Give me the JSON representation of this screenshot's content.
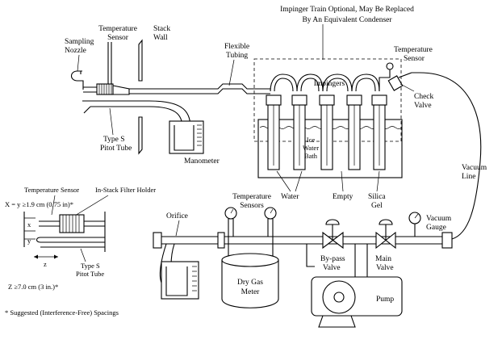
{
  "labels": {
    "impinger_train_line1": "Impinger Train Optional, May Be Replaced",
    "impinger_train_line2": "By An Equivalent Condenser",
    "temperature_sensor_top_1": "Temperature",
    "temperature_sensor_top_2": "Sensor",
    "stack_wall_1": "Stack",
    "stack_wall_2": "Wall",
    "sampling_nozzle_1": "Sampling",
    "sampling_nozzle_2": "Nozzle",
    "flexible_tubing_1": "Flexible",
    "flexible_tubing_2": "Tubing",
    "impingers": "Impingers",
    "temperature_sensor_right_1": "Temperature",
    "temperature_sensor_right_2": "Sensor",
    "check_valve_1": "Check",
    "check_valve_2": "Valve",
    "type_s_pitot_1": "Type S",
    "type_s_pitot_2": "Pitot Tube",
    "manometer": "Manometer",
    "ice_water_bath_1": "Ice",
    "ice_water_bath_2": "Water",
    "ice_water_bath_3": "Bath",
    "vacuum_line_1": "Vacuum",
    "vacuum_line_2": "Line",
    "water": "Water",
    "empty": "Empty",
    "silica_gel_1": "Silica",
    "silica_gel_2": "Gel",
    "inset_temperature_sensor": "Temperature Sensor",
    "inset_filter_holder": "In-Stack Filter Holder",
    "inset_xy_spacing": "X = y ≥1.9 cm (0.75 in)*",
    "inset_x": "x",
    "inset_y": "y",
    "inset_z": "z",
    "inset_type_s_1": "Type S",
    "inset_type_s_2": "Pitot Tube",
    "inset_z_spacing": "Z ≥7.0 cm (3 in.)*",
    "footnote": "* Suggested (Interference-Free) Spacings",
    "temperature_sensors_1": "Temperature",
    "temperature_sensors_2": "Sensors",
    "orifice": "Orifice",
    "bypass_valve_1": "By-pass",
    "bypass_valve_2": "Valve",
    "main_valve_1": "Main",
    "main_valve_2": "Valve",
    "vacuum_gauge_1": "Vacuum",
    "vacuum_gauge_2": "Gauge",
    "dry_gas_meter_1": "Dry Gas",
    "dry_gas_meter_2": "Meter",
    "pump": "Pump"
  },
  "colors": {
    "ink": "#000000",
    "background": "#ffffff"
  }
}
